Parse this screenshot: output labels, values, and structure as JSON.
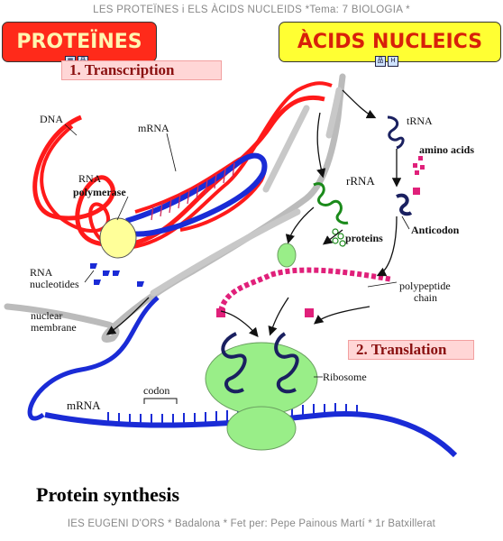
{
  "header": {
    "title": "LES PROTEÏNES i ELS ÀCIDS NUCLEIDS  *Tema: 7 BIOLOGIA *"
  },
  "nav": {
    "left_button": "PROTEÏNES",
    "right_button": "ÀCIDS NUCLEICS"
  },
  "diagram": {
    "step1": "1. Transcription",
    "step2": "2. Translation",
    "labels": {
      "dna": "DNA",
      "mrna_top": "mRNA",
      "rna_polymerase_1": "RNA",
      "rna_polymerase_2": "polymerase",
      "rna_nucleotides_1": "RNA",
      "rna_nucleotides_2": "nucleotides",
      "nuclear_membrane_1": "nuclear",
      "nuclear_membrane_2": "membrane",
      "rrna": "rRNA",
      "proteins": "proteins",
      "trna": "tRNA",
      "amino_acids": "amino acids",
      "anticodon": "Anticodon",
      "polypeptide_1": "polypeptide",
      "polypeptide_2": "chain",
      "ribosome": "Ribosome",
      "codon": "codon",
      "mrna_bottom": "mRNA"
    },
    "caption": "Protein synthesis",
    "colors": {
      "dna": "#ff1a1a",
      "mrna": "#1a2bd6",
      "ribosome": "#99ee88",
      "polymerase": "#ffff99",
      "amino_acid": "#e0207a"
    }
  },
  "footer": {
    "text": "IES EUGENI D'ORS * Badalona * Fet per: Pepe Painous Martí * 1r Batxillerat"
  }
}
